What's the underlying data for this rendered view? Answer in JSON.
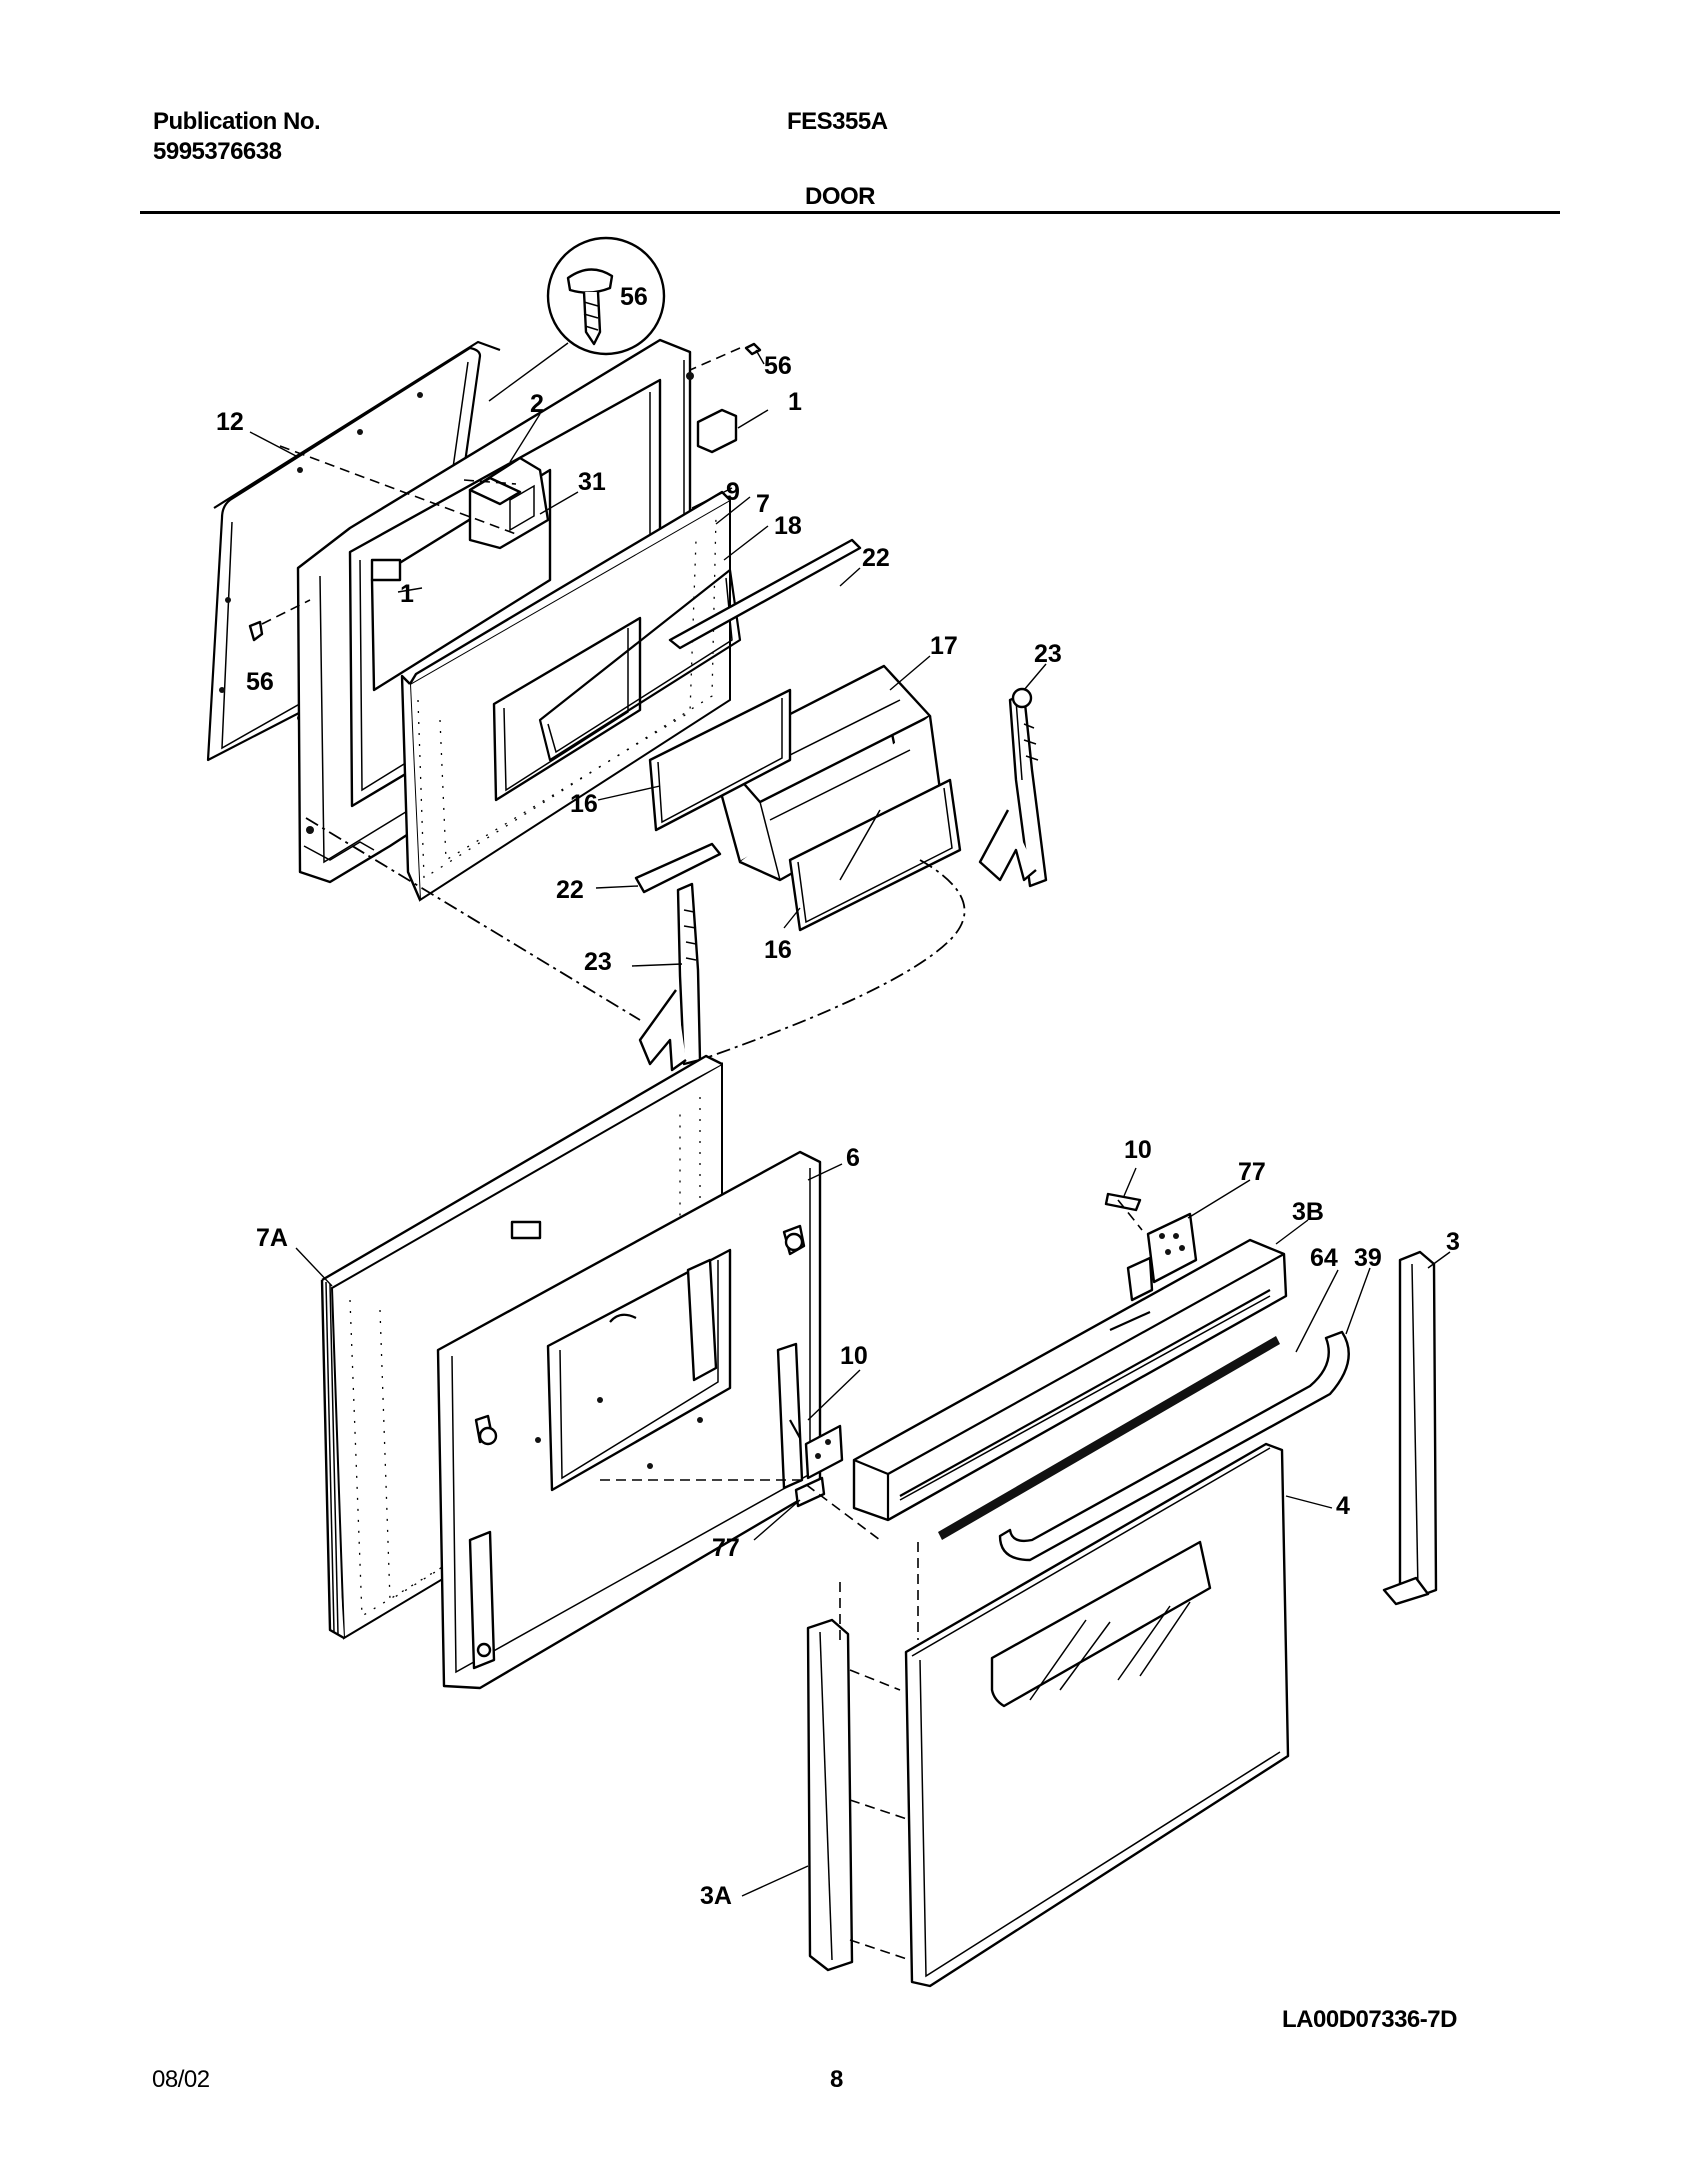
{
  "header": {
    "publication_label": "Publication No.",
    "publication_number": "5995376638",
    "model": "FES355A",
    "section": "DOOR"
  },
  "footer": {
    "date": "08/02",
    "page": "8",
    "drawing_id": "LA00D07336-7D"
  },
  "callouts": {
    "c56_circle": "56",
    "c56_top": "56",
    "c1_top": "1",
    "c12": "12",
    "c2": "2",
    "c31": "31",
    "c1_inner": "1",
    "c9": "9",
    "c7": "7",
    "c18": "18",
    "c22_top": "22",
    "c56_left": "56",
    "c17": "17",
    "c23_right": "23",
    "c16_left": "16",
    "c22_bottom": "22",
    "c16_bottom": "16",
    "c23_center": "23",
    "c10_top": "10",
    "c77_top": "77",
    "c6": "6",
    "c3B": "3B",
    "c7A": "7A",
    "c64": "64",
    "c39": "39",
    "c3": "3",
    "c10_mid": "10",
    "c4": "4",
    "c77_bottom": "77",
    "c3A": "3A"
  }
}
